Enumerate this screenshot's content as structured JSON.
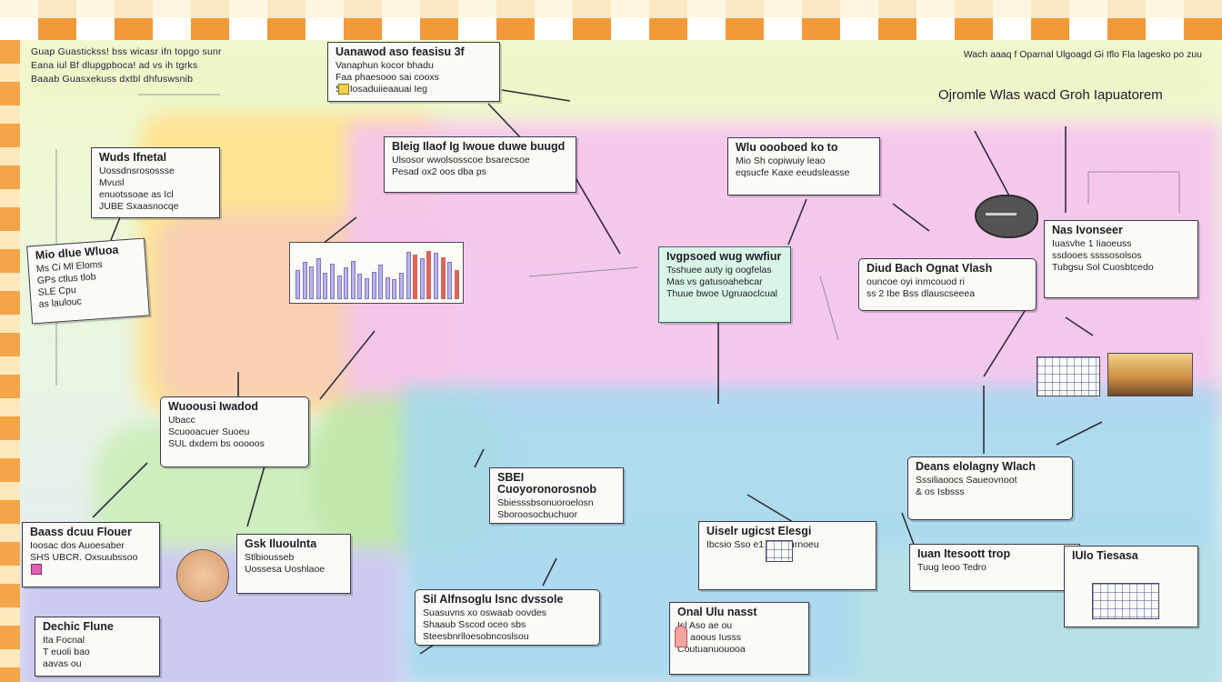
{
  "header": {
    "left_lines": [
      "Guap Guastickss! bss wicasr ifn topgo sunr",
      "Eana iul Bf dlupgpboca! ad vs ih tgrks",
      "Baaab Guasxekuss dxtbl dhfuswsnib"
    ],
    "right_text": "Wach aaaq f Oparnal Ulgoagd Gi Iflo Fla lagesko po zuu",
    "section_title": "Ojromle Wlas wacd Groh Iapuatorem"
  },
  "notes": [
    {
      "id": "top-center",
      "title": "Uanawod aso feasisu 3f",
      "lines": [
        "Vanaphun kocor bhadu",
        "Faa phaesooo sai cooxs",
        "Sir Iosaduiieaauai Ieg"
      ]
    },
    {
      "id": "left-upper",
      "title": "Wuds Ifnetal",
      "lines": [
        "Uossdnsrosossse",
        "Mvusl",
        "enuotssoae as Icl",
        "JUBE Sxaasnocqe"
      ]
    },
    {
      "id": "left-board",
      "title": "Mio dlue Wluoa",
      "lines": [
        "Ms Ci Ml Eloms",
        "GPs ctlus tlob",
        "SLE Cpu",
        "as laulouc"
      ]
    },
    {
      "id": "mid-upper",
      "title": "Bleig Ilaof Ig Iwoue duwe buugd",
      "lines": [
        "Ulsosor wwolsosscoe bsarecsoe",
        "Pesad ox2 oos dba ps"
      ]
    },
    {
      "id": "right-upper",
      "title": "Wlu oooboed ko to",
      "lines": [
        "Mio Sh copiwuiy leao",
        "eqsucfe Kaxe eeudsleasse"
      ]
    },
    {
      "id": "mint-center",
      "title": "Ivgpsoed wug wwfiur",
      "lines": [
        "Tsshuee auty ig oogfelas",
        "Mas vs gatusoahebcar",
        "Thuue bwoe Ugruaoclcual"
      ]
    },
    {
      "id": "right-mid",
      "title": "Diud Bach Ognat Vlash",
      "lines": [
        "ouncoe oyi inmcouod ri",
        "ss 2 Ibe Bss dlauscseeea"
      ]
    },
    {
      "id": "far-right",
      "title": "Nas Ivonseer",
      "lines": [
        "Iuasvhe 1 Iiaoeuss",
        "ssdooes ssssosolsos",
        "Tubgsu Sol Cuosbtcedo"
      ]
    },
    {
      "id": "left-mid",
      "title": "Wuoousi Iwadod",
      "lines": [
        "Ubacc",
        "Scuooacuer Suoeu",
        "SUL dxdem bs ooooos"
      ]
    },
    {
      "id": "center-lower",
      "title": "SBEI Cuoyoronorosnob",
      "lines": [
        "Sbiesssbsonuoroelosn",
        "Sboroosocbuchuor"
      ]
    },
    {
      "id": "right-lower",
      "title": "Deans elolagny Wlach",
      "lines": [
        "Sssiliaoocs Saueovnoot",
        "& os Isbsss"
      ]
    },
    {
      "id": "bottom-left-a",
      "title": "Baass dcuu Flouer",
      "lines": [
        "Ioosac dos Auoesaber",
        "SHS UBCR. Oxsuubssoo"
      ]
    },
    {
      "id": "bottom-left-b",
      "title": "Gsk Iluoulnta",
      "lines": [
        "Stlbiousseb",
        "Uossesa Uoshlaoe"
      ]
    },
    {
      "id": "bottom-center",
      "title": "Sil Alfnsoglu lsnc dvssole",
      "lines": [
        "Suasuvns xo oswaab oovdes",
        "Shaaub Sscod oceo sbs",
        "Steesbnrlloesobncoslsou"
      ]
    },
    {
      "id": "bottom-center-right",
      "title": "Uiselr ugicst Elesgi",
      "lines": [
        "Ibcsio Sso e1 Maszurnoeu"
      ]
    },
    {
      "id": "bottom-right",
      "title": "Iuan Itesoott trop",
      "lines": [
        "Tuug Ieoo Tedro"
      ]
    },
    {
      "id": "bottom-left-c",
      "title": "Dechic Flune",
      "lines": [
        "Ita Focnal",
        "T euoli bao",
        "aavas ou"
      ]
    },
    {
      "id": "bottom-mid",
      "title": "Onal Ulu nasst",
      "lines": [
        "Isl Aso ae ou",
        "To aoous Iusss",
        "Coutuanuouooa"
      ]
    }
  ],
  "thumb_labels": {
    "table_right": "IUlo Tiesasa"
  },
  "colors": {
    "frame_orange": "#f29a3a",
    "pink_zone": "#f7c4ef",
    "blue_zone": "#a8d9ef",
    "yellow_zone": "#ffe38f",
    "mint_note": "#d9f5e7"
  },
  "minichart_values": [
    0.55,
    0.7,
    0.62,
    0.78,
    0.5,
    0.68,
    0.45,
    0.6,
    0.72,
    0.48,
    0.4,
    0.52,
    0.66,
    0.42,
    0.38,
    0.5,
    0.9,
    0.85,
    0.78,
    0.92,
    0.88,
    0.8,
    0.7,
    0.55
  ]
}
